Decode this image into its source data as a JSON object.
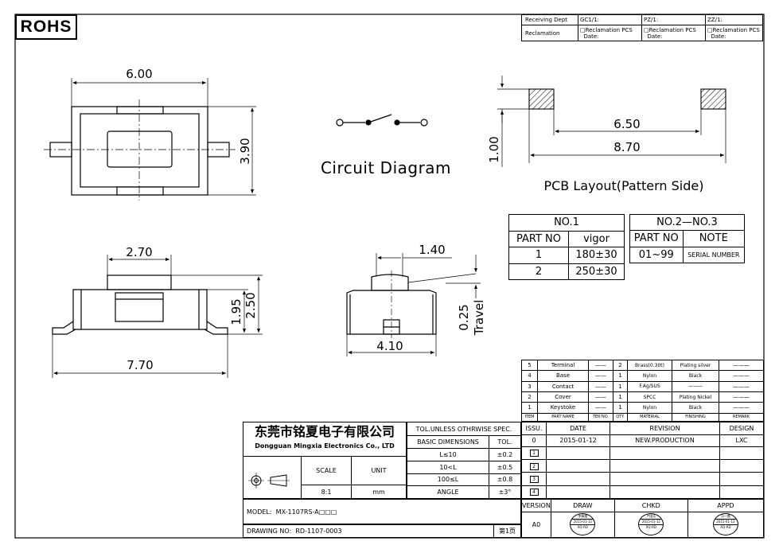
{
  "header": {
    "rohs_logo": "ROHS",
    "receiving_dept": "Receiving Dept",
    "reclamation": "Reclamation",
    "cols": [
      "GC1/1:",
      "PZ/1:",
      "ZZ/1:"
    ],
    "reclamation_pcs": "□Reclamation  PCS",
    "date": "Date:"
  },
  "drawing": {
    "circuit_label": "Circuit  Diagram",
    "pcb_label": "PCB Layout(Pattern Side)",
    "dims": {
      "top_width": "6.00",
      "top_height": "3.90",
      "side_top": "2.70",
      "side_h1": "1.95",
      "side_h2": "2.50",
      "side_width": "7.70",
      "end_top": "1.40",
      "end_travel": "0.25",
      "travel_label": "Travel",
      "end_width": "4.10",
      "pcb_inner": "6.50",
      "pcb_outer": "8.70",
      "pcb_height": "1.00"
    }
  },
  "force_table": {
    "title": "NO.1",
    "headers": [
      "PART NO",
      "vigor"
    ],
    "rows": [
      [
        "1",
        "180±30"
      ],
      [
        "2",
        "250±30"
      ]
    ]
  },
  "serial_table": {
    "title": "NO.2—NO.3",
    "headers": [
      "PART NO",
      "NOTE"
    ],
    "rows": [
      [
        "01~99",
        "SERIAL NUMBER"
      ]
    ]
  },
  "bom": {
    "headers": [
      "ITEM",
      "PART NAME",
      "TER'NO.",
      "QTY.",
      "MATERIAL",
      "FINISHING",
      "REMARK"
    ],
    "rows": [
      [
        "5",
        "Terminal",
        "——",
        "2",
        "Brass(0.30t)",
        "Plating silver",
        "———"
      ],
      [
        "4",
        "Base",
        "——",
        "1",
        "Nylon",
        "Black",
        "———"
      ],
      [
        "3",
        "Contact",
        "——",
        "1",
        "F.Ag/SUS",
        "———",
        "———"
      ],
      [
        "2",
        "Cover",
        "——",
        "1",
        "SPCC",
        "Plating Nickel",
        "———"
      ],
      [
        "1",
        "Keystoke",
        "——",
        "1",
        "Nylon",
        "Black",
        "———"
      ]
    ]
  },
  "title_block": {
    "company_cn": "东莞市铭夏电子有限公司",
    "company_en": "Dongguan Mingxia Electronics Co., LTD",
    "scale_label": "SCALE",
    "unit_label": "UNIT",
    "scale_value": "8:1",
    "unit_value": "mm",
    "tol_header": "TOL.UNLESS OTHRWISE SPEC.",
    "basic_dims": "BASIC DIMENSIONS",
    "tol_label": "TOL.",
    "tolerances": [
      [
        "L≤10",
        "±0.2"
      ],
      [
        "10<L",
        "±0.5"
      ],
      [
        "100≤L",
        "±0.8"
      ],
      [
        "ANGLE",
        "±3°"
      ]
    ],
    "issu_label": "ISSU.",
    "date_label": "DATE",
    "revision_label": "REVISION",
    "design_label": "DESIGN",
    "issue": "0",
    "date": "2015-01-12",
    "revision": "NEW.PRODUCTION",
    "designer": "LXC",
    "triangles": [
      "1",
      "2",
      "3",
      "4"
    ],
    "version_label": "VERSION",
    "version": "A0",
    "draw_label": "DRAW",
    "chkd_label": "CHKD",
    "appd_label": "APPD",
    "stamps": [
      {
        "name": "李春霞",
        "date": "2015-01-12",
        "dept": "XQ-RD"
      },
      {
        "name": "卢国芳",
        "date": "2015-01-12",
        "dept": "XQ-RD"
      },
      {
        "name": "冯一霞",
        "date": "2015-01-12",
        "dept": "XQ-RD"
      }
    ],
    "model_label": "MODEL:",
    "model": "MX-1107RS-A□□□",
    "drawing_no_label": "DRAWING NO:",
    "drawing_no": "RD-1107-0003",
    "page": "第1页"
  }
}
